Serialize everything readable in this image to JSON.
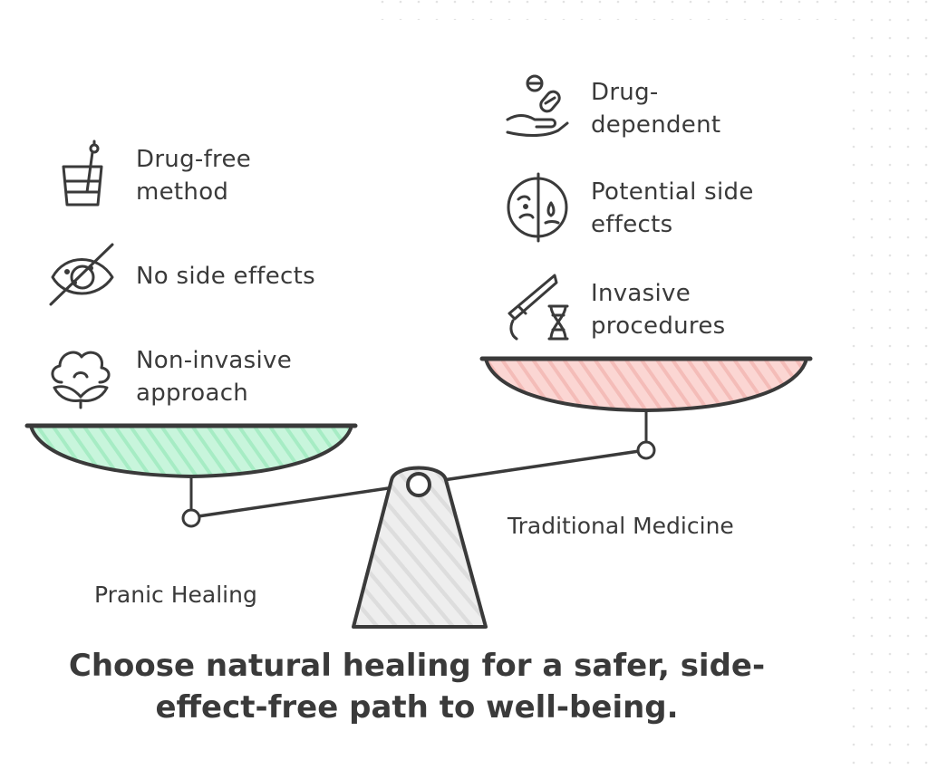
{
  "left_side": {
    "title": "Pranic Healing",
    "items": [
      {
        "label": "Drug-free\nmethod",
        "icon": "glass-water-icon"
      },
      {
        "label": "No side effects",
        "icon": "eye-off-icon"
      },
      {
        "label": "Non-invasive\napproach",
        "icon": "cloud-lotus-icon"
      }
    ],
    "pan_color": "#b6f0cf"
  },
  "right_side": {
    "title": "Traditional Medicine",
    "items": [
      {
        "label": "Drug-\ndependent",
        "icon": "pills-hand-icon"
      },
      {
        "label": "Potential side\neffects",
        "icon": "split-face-icon"
      },
      {
        "label": "Invasive\nprocedures",
        "icon": "scalpel-dna-icon"
      }
    ],
    "pan_color": "#f7c4c1"
  },
  "headline": "Choose natural healing for a safer, side-\neffect-free path to well-being.",
  "colors": {
    "stroke": "#3a3a3a",
    "fulcrum_fill": "#e6e6e6"
  }
}
